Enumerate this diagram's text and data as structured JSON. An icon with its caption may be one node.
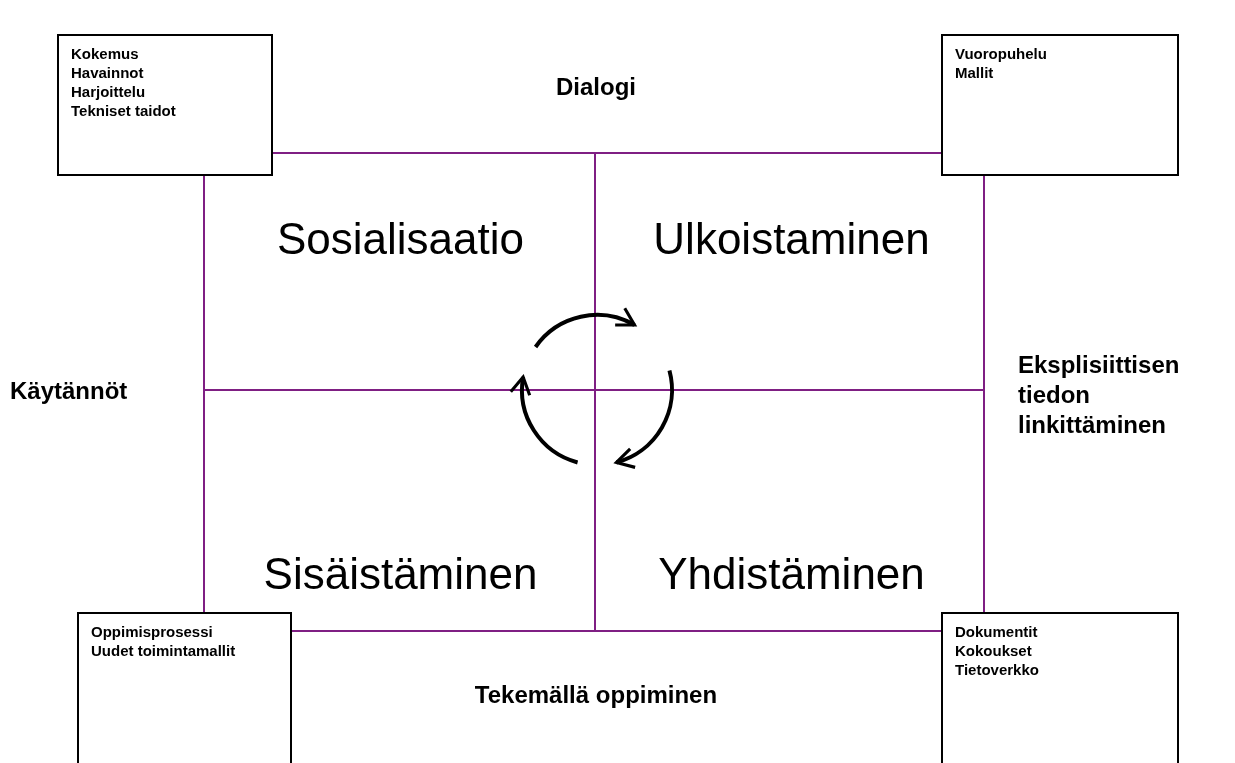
{
  "diagram": {
    "nodes": [
      {
        "text": [
          "Kokemus",
          "Havainnot",
          "Harjoittelu",
          "Tekniset taidot"
        ]
      },
      {
        "text": [
          "Vuoropuhelu",
          "Mallit"
        ]
      },
      {
        "text": [
          "Oppimisprosessi",
          "Uudet toimintamallit"
        ]
      },
      {
        "text": [
          "Dokumentit",
          "Kokoukset",
          "Tietoverkko"
        ]
      },
      {
        "text": [],
        "shape": "box"
      },
      {
        "text": [
          "Sosialisaatio"
        ],
        "in": 4
      },
      {
        "text": [
          "Ulkoistaminen"
        ],
        "in": 4
      },
      {
        "text": [
          "Sisäistäminen"
        ],
        "in": 4
      },
      {
        "text": [
          "Yhdistäminen"
        ],
        "in": 4
      }
    ],
    "edges": [],
    "labels": [
      "Dialogi",
      "Käytännöt",
      "Eksplisiittisen tiedon linkittäminen",
      "Tekemällä oppiminen"
    ]
  }
}
